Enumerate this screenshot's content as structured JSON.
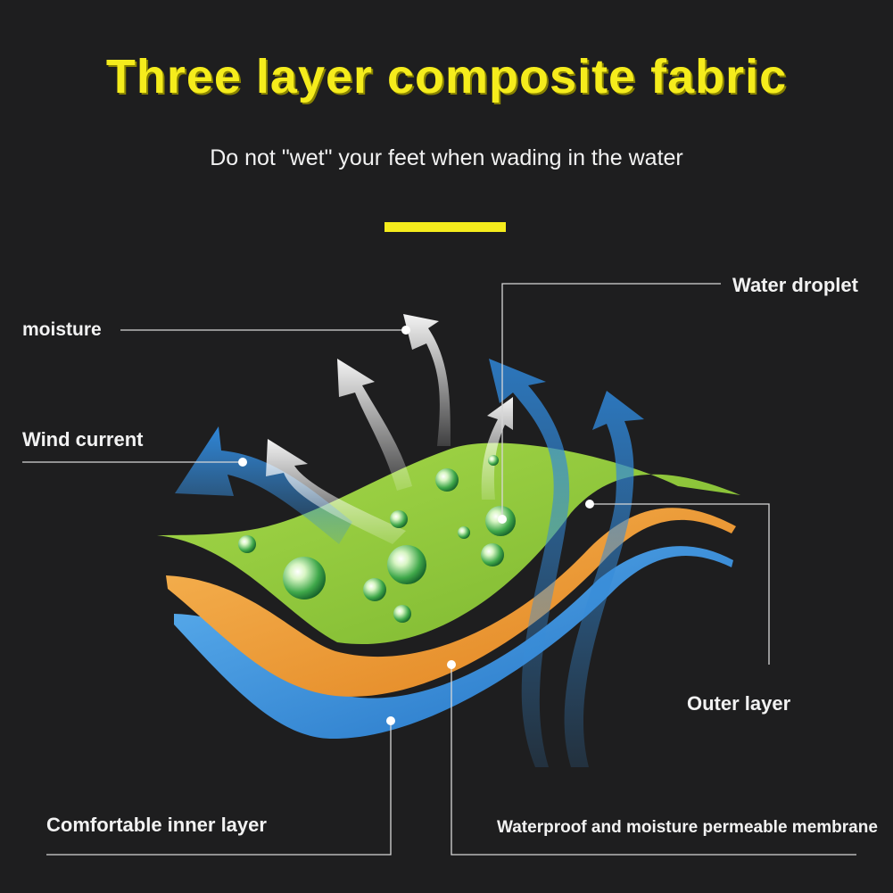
{
  "title": "Three layer composite fabric",
  "subtitle": "Do not \"wet\" your feet when wading in the water",
  "labels": {
    "moisture": "moisture",
    "wind_current": "Wind current",
    "water_droplet": "Water droplet",
    "outer_layer": "Outer layer",
    "inner_layer": "Comfortable inner layer",
    "membrane": "Waterproof and moisture permeable membrane"
  },
  "colors": {
    "background": "#1e1e1f",
    "title": "#f5ec1c",
    "accent_bar": "#f5ec1c",
    "outer_layer": "#8cc63f",
    "membrane_layer": "#f29a2e",
    "inner_layer": "#3a8fd9",
    "leader_lines": "#d8d8d8"
  }
}
